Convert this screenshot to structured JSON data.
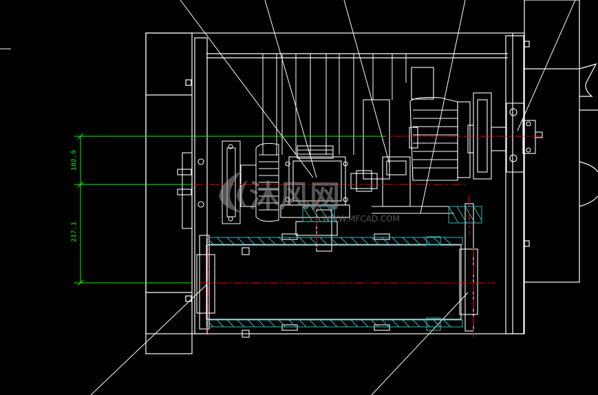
{
  "drawing": {
    "colors": {
      "background": "#000000",
      "outline": "#ffffff",
      "centerline": "#ff0000",
      "dimension": "#00ff00",
      "hatch": "#33bbbb",
      "watermark": "#9a9a9a"
    },
    "dimensions": [
      {
        "id": "dim-upper",
        "label": "102.9"
      },
      {
        "id": "dim-lower",
        "label": "217.1"
      }
    ],
    "watermark": {
      "brand": "沐风网",
      "url": "WWW.MFCAD.COM"
    }
  }
}
